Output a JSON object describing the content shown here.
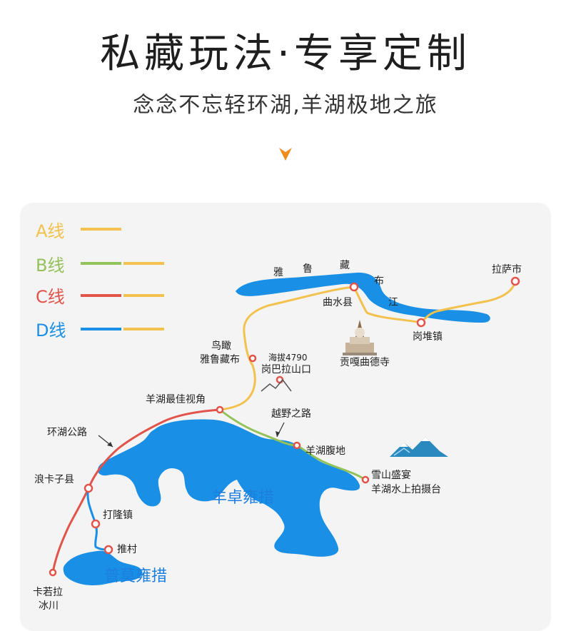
{
  "header": {
    "title": "私藏玩法·专享定制",
    "subtitle": "念念不忘轻环湖,羊湖极地之旅"
  },
  "colors": {
    "line_a": "#f2c14e",
    "line_b": "#93c25a",
    "line_c": "#e2534a",
    "line_d": "#1a8fe6",
    "lake": "#1a8fe6",
    "accent_arrow": "#f08c1e",
    "marker": "#e2534a"
  },
  "legend": [
    {
      "label": "A线",
      "color": "#f2c14e"
    },
    {
      "label": "B线",
      "color": "#93c25a"
    },
    {
      "label": "C线",
      "color": "#e2534a"
    },
    {
      "label": "D线",
      "color": "#1a8fe6"
    }
  ],
  "river": {
    "name_chars": [
      "雅",
      "鲁",
      "藏",
      "布",
      "江"
    ]
  },
  "places": {
    "lhasa": "拉萨市",
    "qushui": "曲水县",
    "gangdui": "岗堆镇",
    "gongga_temple": "贡嘎曲德寺",
    "overlook_line1": "鸟瞰",
    "overlook_line2": "雅鲁藏布",
    "altitude": "海拔4790",
    "gangbala_pass": "岗巴拉山口",
    "best_view": "羊湖最佳视角",
    "offroad": "越野之路",
    "lakeside": "羊湖腹地",
    "snow_line1": "雪山盛宴",
    "snow_line2": "羊湖水上拍摄台",
    "ring_road": "环湖公路",
    "langkazi": "浪卡子县",
    "dalong": "打隆镇",
    "tuicun": "推村",
    "karola_line1": "卡若拉",
    "karola_line2": "冰川"
  },
  "lakes": {
    "yamdrok": "羊卓雍措",
    "pumo": "普莫雍措"
  }
}
